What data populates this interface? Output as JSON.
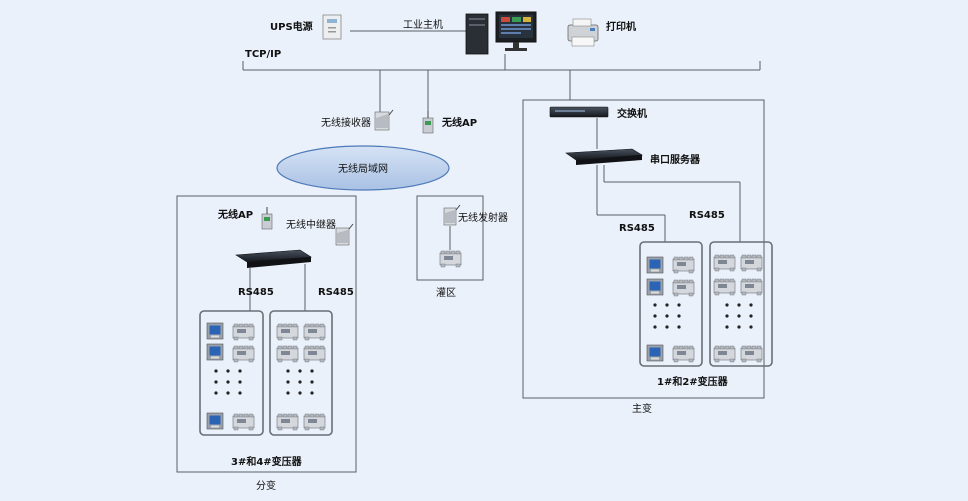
{
  "labels": {
    "ups": "UPS电源",
    "host": "工业主机",
    "printer": "打印机",
    "tcpip": "TCP/IP",
    "wireless_receiver": "无线接收器",
    "wireless_ap_top": "无线AP",
    "wlan": "无线局域网",
    "switch": "交换机",
    "serial_server": "串口服务器",
    "rs485_main_left": "RS485",
    "rs485_main_right": "RS485",
    "transformers_main": "1#和2#变压器",
    "main_station": "主变",
    "transmitter": "无线发射器",
    "irrigation_area": "灌区",
    "wireless_ap_sub": "无线AP",
    "repeater": "无线中继器",
    "rs485_sub_left": "RS485",
    "rs485_sub_right": "RS485",
    "transformers_sub": "3#和4#变压器",
    "sub_station": "分变"
  },
  "colors": {
    "background": "#eaf1fa",
    "line": "#5a5f66",
    "wlan_fill": "#bcd0ea",
    "wlan_stroke": "#4d79b8",
    "meter_blue": "#2b63b5",
    "device_dark": "#20252d"
  }
}
